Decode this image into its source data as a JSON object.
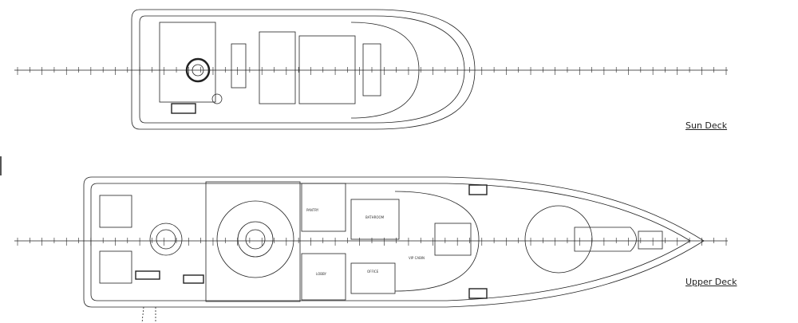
{
  "decks": [
    {
      "name": "Sun Deck"
    },
    {
      "name": "Upper Deck"
    }
  ],
  "rooms": {
    "pantry": "PANTRY",
    "bathroom": "BATHROOM",
    "lobby": "LOBBY",
    "office": "OFFICE",
    "vip_cabin": "VIP CABIN"
  },
  "frame_count": 58
}
